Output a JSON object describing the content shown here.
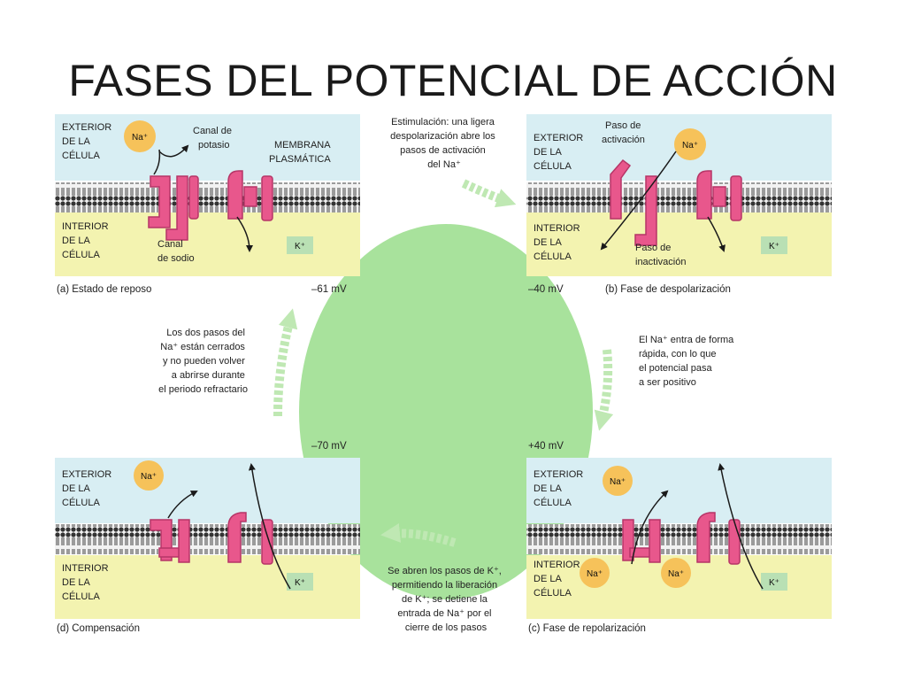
{
  "slide": {
    "title": "FASES DEL POTENCIAL DE ACCIÓN"
  },
  "colors": {
    "background": "#ffffff",
    "outside": "#d8eef3",
    "inside": "#f3f3b0",
    "membrane": "#3a3a3a",
    "channel": "#e8578c",
    "channel_edge": "#b63567",
    "ion_na": "#f6c25a",
    "ion_k_box": "#b9e0b4",
    "center_circle": "#a8e29c",
    "cycle_arrow": "#bfe8b3"
  },
  "panels": {
    "a": {
      "outside_label": [
        "EXTERIOR",
        "DE LA",
        "CÉLULA"
      ],
      "inside_label": [
        "INTERIOR",
        "DE LA",
        "CÉLULA"
      ],
      "ion_na": "Na⁺",
      "ion_k": "K⁺",
      "label_k_channel": [
        "Canal de",
        "potasio"
      ],
      "label_membrane": [
        "MEMBRANA",
        "PLASMÁTICA"
      ],
      "label_na_channel": [
        "Canal",
        "de sodio"
      ],
      "caption": "(a) Estado de reposo",
      "voltage": "–61 mV"
    },
    "b": {
      "outside_label": [
        "EXTERIOR",
        "DE LA",
        "CÉLULA"
      ],
      "inside_label": [
        "INTERIOR",
        "DE LA",
        "CÉLULA"
      ],
      "ion_na": "Na⁺",
      "ion_k": "K⁺",
      "label_activation": [
        "Paso de",
        "activación"
      ],
      "label_inactivation": [
        "Paso de",
        "inactivación"
      ],
      "caption": "(b) Fase de despolarización",
      "voltage": "–40 mV"
    },
    "c": {
      "outside_label": [
        "EXTERIOR",
        "DE LA",
        "CÉLULA"
      ],
      "inside_label": [
        "INTERIOR",
        "DE LA",
        "CÉLULA"
      ],
      "ion_na": "Na⁺",
      "ion_k": "K⁺",
      "caption": "(c) Fase de repolarización",
      "voltage": "+40 mV"
    },
    "d": {
      "outside_label": [
        "EXTERIOR",
        "DE LA",
        "CÉLULA"
      ],
      "inside_label": [
        "INTERIOR",
        "DE LA",
        "CÉLULA"
      ],
      "ion_na": "Na⁺",
      "ion_k": "K⁺",
      "caption": "(d) Compensación",
      "voltage": "–70 mV"
    }
  },
  "transitions": {
    "top": [
      "Estimulación: una ligera",
      "despolarización abre los",
      "pasos de activación",
      "del Na⁺"
    ],
    "right": [
      "El Na⁺ entra de forma",
      "rápida, con lo que",
      "el potencial pasa",
      "a ser positivo"
    ],
    "bottom": [
      "Se abren los pasos de K⁺,",
      "permitiendo la liberación",
      "de K⁺; se detiene la",
      "entrada de Na⁺ por el",
      "cierre de los pasos"
    ],
    "left": [
      "Los dos pasos del",
      "Na⁺ están cerrados",
      "y no pueden volver",
      "a abrirse durante",
      "el periodo refractario"
    ]
  }
}
